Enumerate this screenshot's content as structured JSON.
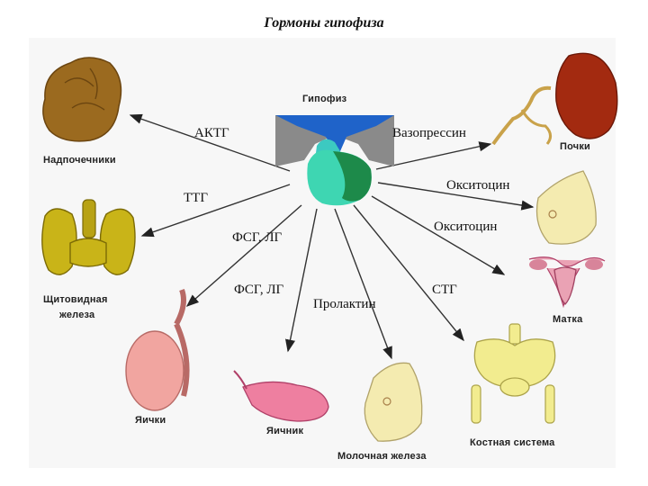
{
  "title": "Гормоны гипофиза",
  "center": {
    "label": "Гипофиз"
  },
  "hormones": {
    "actg": "АКТГ",
    "ttg": "ТТГ",
    "fsg_lg_1": "ФСГ, ЛГ",
    "fsg_lg_2": "ФСГ, ЛГ",
    "prolactin": "Пролактин",
    "vasopressin": "Вазопрессин",
    "oxytocin_1": "Окситоцин",
    "oxytocin_2": "Окситоцин",
    "stg": "СТГ"
  },
  "organs": {
    "adrenal": "Надпочечники",
    "thyroid_1": "Щитовидная",
    "thyroid_2": "железа",
    "testes": "Яички",
    "ovary": "Яичник",
    "mammary": "Молочная железа",
    "skeleton": "Костная система",
    "uterus": "Матка",
    "kidneys": "Почки"
  }
}
